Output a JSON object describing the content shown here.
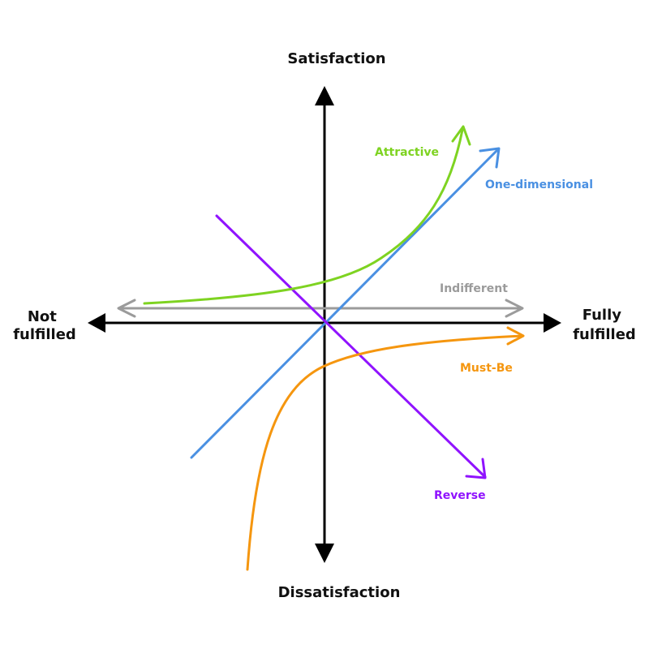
{
  "axes": {
    "top": "Satisfaction",
    "bottom": "Dissatisfaction",
    "left": [
      "Not",
      "fulfilled"
    ],
    "right": [
      "Fully",
      "fulfilled"
    ]
  },
  "curves": {
    "attractive": {
      "label": "Attractive",
      "color": "#7ed321"
    },
    "one_dimensional": {
      "label": "One-dimensional",
      "color": "#4a90e2"
    },
    "indifferent": {
      "label": "Indifferent",
      "color": "#9b9b9b"
    },
    "must_be": {
      "label": "Must-Be",
      "color": "#f5960f"
    },
    "reverse": {
      "label": "Reverse",
      "color": "#9013fe"
    }
  },
  "axis_color": "#000000"
}
